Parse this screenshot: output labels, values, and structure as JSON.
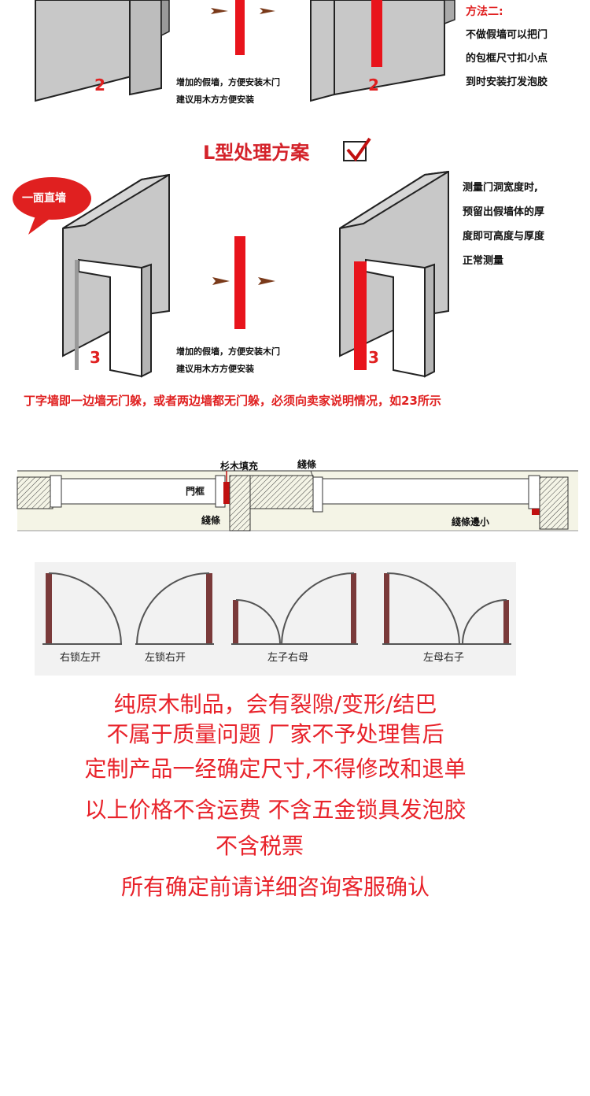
{
  "section1": {
    "method2_title": "方法二:",
    "method2_lines": [
      "不做假墙可以把门",
      "的包框尺寸扣小点",
      "到时安装打发泡胶"
    ],
    "fig_left_number": "2",
    "fig_right_number": "2",
    "caption_line1": "增加的假墙，方便安装木门",
    "caption_line2": "建议用木方方便安装"
  },
  "section2": {
    "title": "L型处理方案",
    "bubble": "一面直墙",
    "note_lines": [
      "测量门洞宽度时,",
      "预留出假墙体的厚",
      "度即可高度与厚度",
      "正常测量"
    ],
    "fig_left_number": "3",
    "fig_right_number": "3",
    "caption_line1": "增加的假墙，方便安装木门",
    "caption_line2": "建议用木方方便安装",
    "warning": "丁字墙即一边墙无门躲，或者两边墙都无门躲，必须向卖家说明情况，如23所示"
  },
  "section3": {
    "label_fill": "杉木填充",
    "label_trim_top": "綫條",
    "label_frame": "門框",
    "label_trim_bottom": "綫條",
    "label_trim_small": "綫條邊小"
  },
  "section4": {
    "labels": [
      "右锁左开",
      "左锁右开",
      "左子右母",
      "左母右子"
    ]
  },
  "notices": [
    "纯原木制品，会有裂隙/变形/结巴",
    "不属于质量问题 厂家不予处理售后",
    "定制产品一经确定尺寸,不得修改和退单",
    "以上价格不含运费 不含五金锁具发泡胶",
    "不含税票",
    "所有确定前请详细咨询客服确认"
  ],
  "colors": {
    "accent_red": "#e02020",
    "wall_gray": "#c8c8c8",
    "frame_brown": "#7a3a3a"
  }
}
